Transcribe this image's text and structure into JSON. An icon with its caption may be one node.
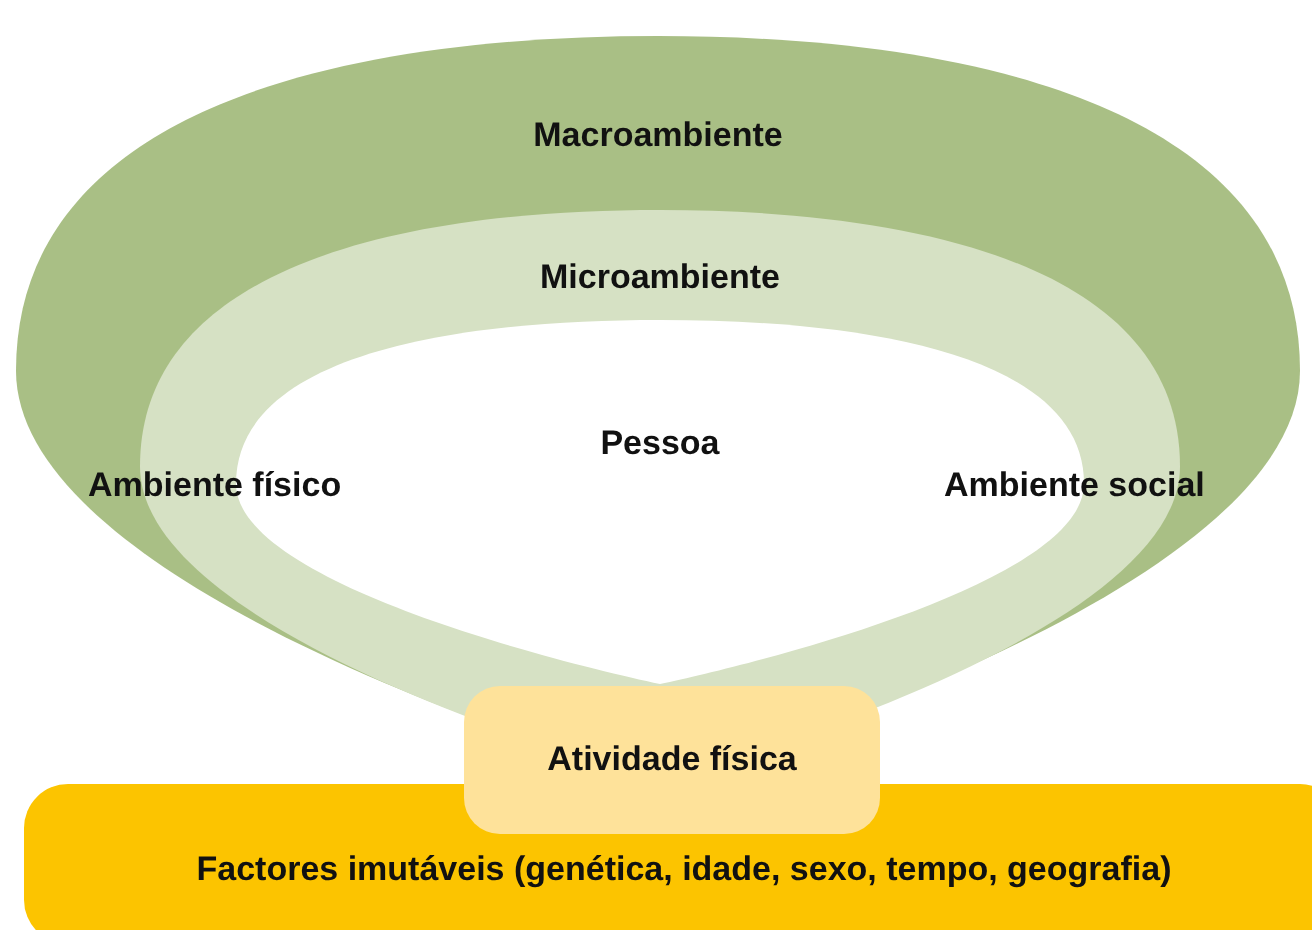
{
  "diagram": {
    "nodes": [
      {
        "text": [
          "Macroambiente"
        ]
      },
      {
        "text": [
          "Microambiente"
        ],
        "in": 0
      },
      {
        "text": [
          "Pessoa"
        ],
        "in": 1
      },
      {
        "text": [
          "Atividade física"
        ]
      },
      {
        "text": [
          "Factores imutáveis (genética, idade, sexo, tempo, geografia)"
        ]
      }
    ],
    "edges": [],
    "labels": [
      "Ambiente físico",
      "Ambiente social"
    ]
  }
}
